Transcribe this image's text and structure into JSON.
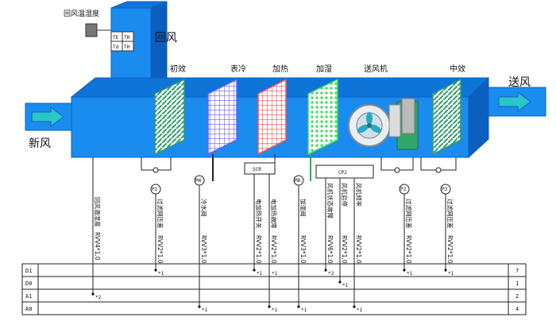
{
  "colors": {
    "duct": "#1a8cf0",
    "duct_dark": "#0b5fc0",
    "filter_green": "#3fb27a",
    "cooling_blue": "#6a5cff",
    "heating_red": "#ff4d4d",
    "humid_green": "#33dd55",
    "arrow_cyan": "#29c6c6"
  },
  "labels": {
    "return_temp_humidity": "回风温湿度",
    "return_air": "回风",
    "fresh_air": "新风",
    "supply_air": "送风",
    "primary_filter": "初效",
    "cooling": "表冷",
    "heating": "加热",
    "humidify": "加湿",
    "supply_fan": "送风机",
    "medium_filter": "中效",
    "scr": "SCR",
    "cp2": "CP2"
  },
  "sensor_box": {
    "tl": "TE",
    "tr": "TH",
    "bl": "Td",
    "br": "TH"
  },
  "circles": {
    "p1": "P1",
    "m4": "M4",
    "m8": "M8",
    "p2": "P2",
    "p3": "P3"
  },
  "signals": {
    "s1": {
      "name": "回风温湿度",
      "code": "RVV4*1.0"
    },
    "s2": {
      "name": "过滤网压差",
      "code": "RVV2*1.0"
    },
    "s3": {
      "name": "冷水阀",
      "code": "RVV3*1.0"
    },
    "s4": {
      "name": "电加热开关",
      "code": "RVV2*1.0"
    },
    "s5": {
      "name": "电加热故障",
      "code": "RVV2*1.0"
    },
    "s6": {
      "name": "加湿阀",
      "code": "RVV3*1.0"
    },
    "s7": {
      "name": "风机状态故障",
      "code": "RVV6*1.0"
    },
    "s8": {
      "name": "风机启停",
      "code": "RVV2*1.0"
    },
    "s9": {
      "name": "风机频率",
      "code": "RVV2*1.0"
    },
    "s10": {
      "name": "过滤网压差",
      "code": "RVV2*1.0"
    },
    "s11": {
      "name": "过滤网压差",
      "code": "RVV2*1.0"
    }
  },
  "table": {
    "rows": [
      {
        "label": "D1",
        "total": "7"
      },
      {
        "label": "D0",
        "total": "1"
      },
      {
        "label": "A1",
        "total": "2"
      },
      {
        "label": "A0",
        "total": "4"
      }
    ],
    "marks": [
      "*1",
      "*1",
      "*1",
      "*3",
      "*1",
      "*1",
      "*1",
      "*2",
      "*1",
      "*1",
      "*1",
      "*1"
    ]
  }
}
